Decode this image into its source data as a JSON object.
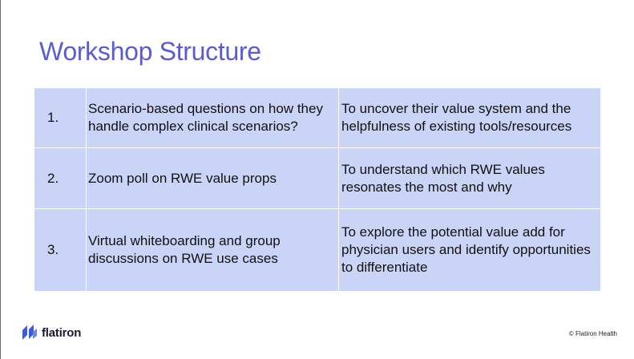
{
  "slide": {
    "title": "Workshop Structure",
    "rows": [
      {
        "number": "1.",
        "activity": "Scenario-based questions on how they handle complex clinical scenarios?",
        "goal": "To uncover their value system and the helpfulness of existing tools/resources"
      },
      {
        "number": "2.",
        "activity": "Zoom poll on RWE value props",
        "goal": "To understand which RWE values resonates the most and why"
      },
      {
        "number": "3.",
        "activity": "Virtual whiteboarding and group discussions on RWE use cases",
        "goal": "To explore the potential value add for physician users and identify opportunities to differentiate"
      }
    ]
  },
  "footer": {
    "logo_text": "flatiron",
    "logo_icon": "flatiron-logo-icon",
    "copyright": "© Flatiron Health"
  },
  "colors": {
    "title": "#5b5bd6",
    "table_cell": "#c9d4f7",
    "logo_mark": "#3b5bdb"
  }
}
